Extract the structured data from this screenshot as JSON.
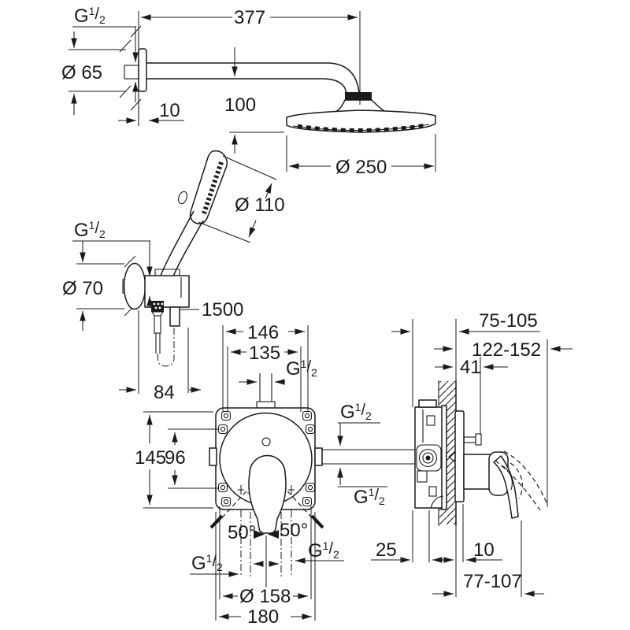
{
  "labels": {
    "g_main": "G",
    "g_sup": "1",
    "g_slash": "/",
    "g_sub": "2"
  },
  "dims": {
    "d377": "377",
    "d100": "100",
    "d10_arm": "10",
    "dia65": "Ø 65",
    "dia250": "Ø 250",
    "dia110": "Ø 110",
    "dia70": "Ø 70",
    "d1500": "1500",
    "d84": "84",
    "d146": "146",
    "d135": "135",
    "d145": "145",
    "d96": "96",
    "d50_left": "50°",
    "d50_right": "50°",
    "dia158": "Ø 158",
    "d180": "180",
    "d75_105": "75-105",
    "d122_152": "122-152",
    "d41": "41",
    "d25": "25",
    "d10_wall": "10",
    "d77_107": "77-107"
  }
}
